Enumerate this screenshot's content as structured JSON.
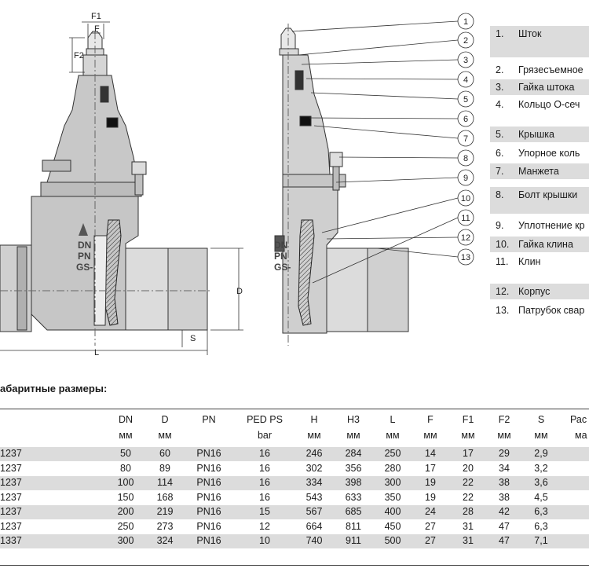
{
  "drawing_labels": {
    "f1": "F1",
    "f": "F",
    "f2": "F2",
    "l": "L",
    "d": "D",
    "s": "S",
    "body_mark": [
      "DN",
      "PN",
      "GS-"
    ],
    "callouts": [
      "1",
      "2",
      "3",
      "4",
      "5",
      "6",
      "7",
      "8",
      "9",
      "10",
      "11",
      "12",
      "13"
    ]
  },
  "parts": [
    {
      "num": "1.",
      "name": "Шток",
      "shaded": true
    },
    {
      "num": "2.",
      "name": "Грязесъемное",
      "shaded": false
    },
    {
      "num": "3.",
      "name": "Гайка штока",
      "shaded": true
    },
    {
      "num": "4.",
      "name": "Кольцо О-сеч",
      "shaded": false
    },
    {
      "num": "5.",
      "name": "Крышка",
      "shaded": true
    },
    {
      "num": "6.",
      "name": "Упорное коль",
      "shaded": false
    },
    {
      "num": "7.",
      "name": "Манжета",
      "shaded": true
    },
    {
      "num": "8.",
      "name": "Болт крышки",
      "shaded": true
    },
    {
      "num": "9.",
      "name": "Уплотнение кр",
      "shaded": false
    },
    {
      "num": "10.",
      "name": "Гайка клина",
      "shaded": true
    },
    {
      "num": "11.",
      "name": "Клин",
      "shaded": false
    },
    {
      "num": "12.",
      "name": "Корпус",
      "shaded": true
    },
    {
      "num": "13.",
      "name": "Патрубок свар",
      "shaded": false
    }
  ],
  "dimensions": {
    "title": "абаритные размеры:",
    "headers": [
      "DN",
      "D",
      "PN",
      "PED PS",
      "H",
      "H3",
      "L",
      "F",
      "F1",
      "F2",
      "S",
      "Рас"
    ],
    "units": [
      "мм",
      "мм",
      "",
      "bar",
      "мм",
      "мм",
      "мм",
      "мм",
      "мм",
      "мм",
      "мм",
      "ма"
    ],
    "rows": [
      {
        "code": "1237",
        "values": [
          "50",
          "60",
          "PN16",
          "16",
          "246",
          "284",
          "250",
          "14",
          "17",
          "29",
          "2,9"
        ],
        "shaded": true
      },
      {
        "code": "1237",
        "values": [
          "80",
          "89",
          "PN16",
          "16",
          "302",
          "356",
          "280",
          "17",
          "20",
          "34",
          "3,2"
        ],
        "shaded": false
      },
      {
        "code": "1237",
        "values": [
          "100",
          "114",
          "PN16",
          "16",
          "334",
          "398",
          "300",
          "19",
          "22",
          "38",
          "3,6"
        ],
        "shaded": true
      },
      {
        "code": "1237",
        "values": [
          "150",
          "168",
          "PN16",
          "16",
          "543",
          "633",
          "350",
          "19",
          "22",
          "38",
          "4,5"
        ],
        "shaded": false
      },
      {
        "code": "1237",
        "values": [
          "200",
          "219",
          "PN16",
          "15",
          "567",
          "685",
          "400",
          "24",
          "28",
          "42",
          "6,3"
        ],
        "shaded": true
      },
      {
        "code": "1237",
        "values": [
          "250",
          "273",
          "PN16",
          "12",
          "664",
          "811",
          "450",
          "27",
          "31",
          "47",
          "6,3"
        ],
        "shaded": false
      },
      {
        "code": "1337",
        "values": [
          "300",
          "324",
          "PN16",
          "10",
          "740",
          "911",
          "500",
          "27",
          "31",
          "47",
          "7,1"
        ],
        "shaded": true
      }
    ]
  }
}
